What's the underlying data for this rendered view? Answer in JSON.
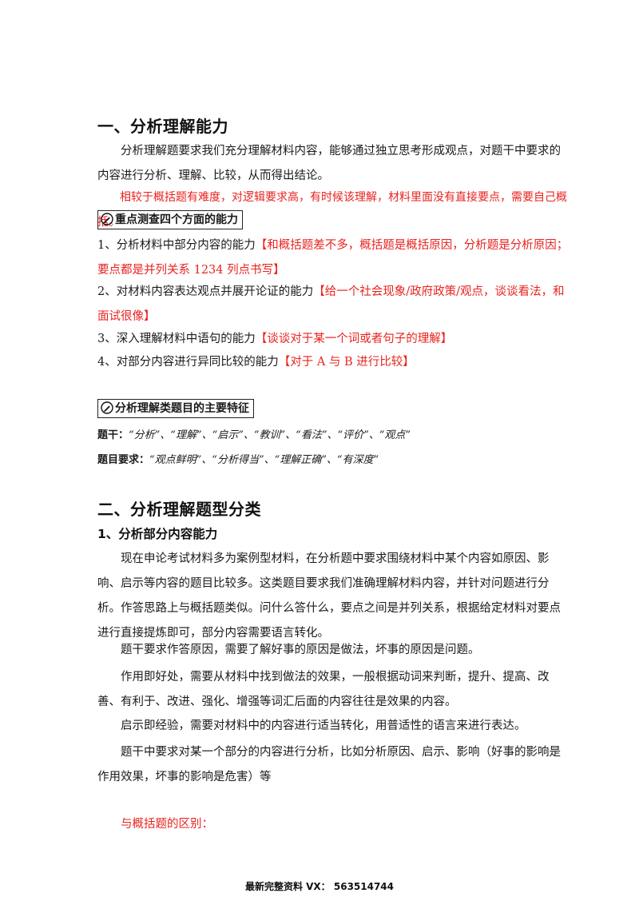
{
  "section1": {
    "title": "一、分析理解能力",
    "intro": "分析理解题要求我们充分理解材料内容，能够通过独立思考形成观点，对题干中要求的内容进行分析、理解、比较，从而得出结论。",
    "note": "相较于概括题有难度，对逻辑要求高，有时候该理解，材料里面没有直接要点，需要自己概括。",
    "box1_title": "重点测查四个方面的能力",
    "abilities": [
      {
        "text": "1、分析材料中部分内容的能力",
        "note": "【和概括题差不多，概括题是概括原因，分析题是分析原因；要点都是并列关系 1234 列点书写】"
      },
      {
        "text": "2、对材料内容表达观点并展开论证的能力",
        "note": "【给一个社会现象/政府政策/观点，谈谈看法，和面试很像】"
      },
      {
        "text": "3、深入理解材料中语句的能力",
        "note": "【谈谈对于某一个词或者句子的理解】"
      },
      {
        "text": "4、对部分内容进行异同比较的能力",
        "note": "【对于 A 与 B 进行比较】"
      }
    ],
    "box2_title": "分析理解类题目的主要特征",
    "stem_label": "题干：",
    "stem_value": "“分析”、“理解”、“启示”、“教训”、“看法”、“评价”、“观点”",
    "req_label": "题目要求：",
    "req_value": "“观点鲜明”、“分析得当”、“理解正确”、“有深度”"
  },
  "section2": {
    "title": "二、分析理解题型分类",
    "sub_title": "1、分析部分内容能力",
    "paragraphs": [
      "现在申论考试材料多为案例型材料，在分析题中要求围绕材料中某个内容如原因、影响、启示等内容的题目比较多。这类题目要求我们准确理解材料内容，并针对问题进行分析。作答思路上与概括题类似。问什么答什么，要点之间是并列关系，根据给定材料对要点进行直接提炼即可，部分内容需要语言转化。",
      "题干要求作答原因，需要了解好事的原因是做法，坏事的原因是问题。",
      "作用即好处，需要从材料中找到做法的效果，一般根据动词来判断，提升、提高、改善、有利于、改进、强化、增强等词汇后面的内容往往是效果的内容。",
      "启示即经验，需要对材料中的内容进行适当转化，用普适性的语言来进行表达。",
      "题干中要求对某一个部分的内容进行分析，比如分析原因、启示、影响（好事的影响是作用效果，坏事的影响是危害）等"
    ],
    "diff_note": "与概括题的区别："
  },
  "footer": "最新完整资料 VX：  563514744",
  "icons": {
    "pen": "pencil-icon"
  },
  "colors": {
    "accent_red": "#e8231f",
    "text": "#1a1a1a"
  }
}
